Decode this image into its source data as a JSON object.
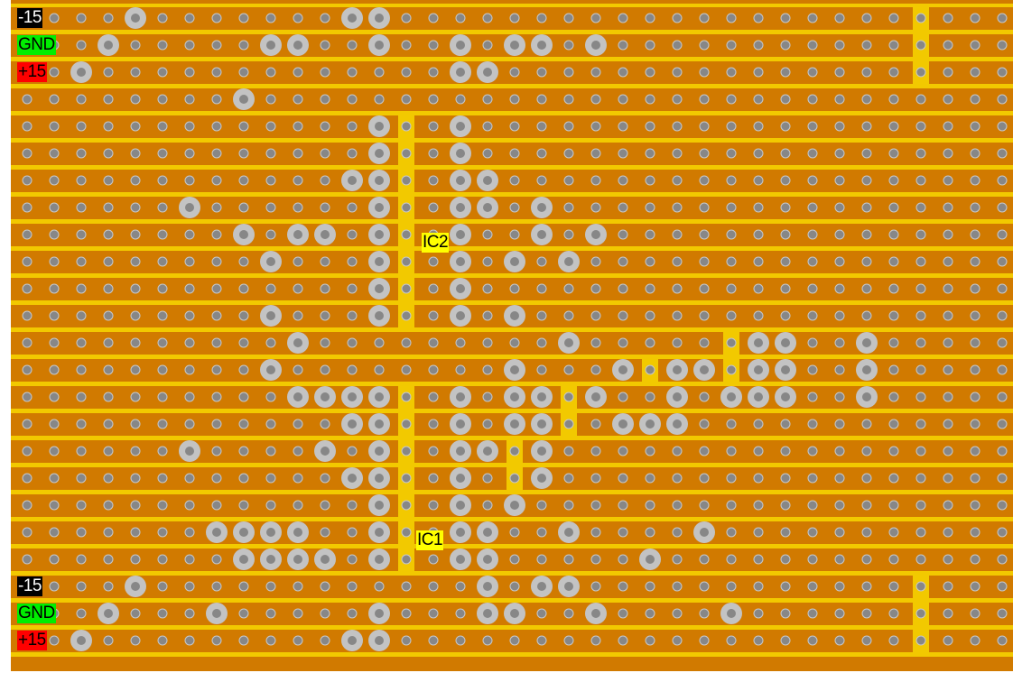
{
  "colors": {
    "strip": "#d17a00",
    "gap": "#f2c900",
    "pad": "#c3c3c3",
    "hole": "#878787",
    "hole_ring": "#c8c8c8"
  },
  "grid": {
    "rows": 24,
    "cols": 37
  },
  "rail_labels": [
    {
      "row": 0,
      "text": "-15",
      "bg": "#000000",
      "fg": "#ffffff"
    },
    {
      "row": 1,
      "text": "GND",
      "bg": "#00ee00",
      "fg": "#000000"
    },
    {
      "row": 2,
      "text": "+15",
      "bg": "#ff0000",
      "fg": "#000000"
    },
    {
      "row": 21,
      "text": "-15",
      "bg": "#000000",
      "fg": "#ffffff"
    },
    {
      "row": 22,
      "text": "GND",
      "bg": "#00ee00",
      "fg": "#000000"
    },
    {
      "row": 23,
      "text": "+15",
      "bg": "#ff0000",
      "fg": "#000000"
    }
  ],
  "ic_labels": [
    {
      "text": "IC2",
      "row": 8,
      "col": 14.6
    },
    {
      "text": "IC1",
      "row": 19,
      "col": 14.4
    }
  ],
  "track_cuts": [
    {
      "col": 14,
      "from_row": 4,
      "to_row": 11
    },
    {
      "col": 14,
      "from_row": 14,
      "to_row": 20
    },
    {
      "col": 33,
      "from_row": 0,
      "to_row": 2
    },
    {
      "col": 33,
      "from_row": 21,
      "to_row": 23
    },
    {
      "col": 26,
      "from_row": 12,
      "to_row": 13
    },
    {
      "col": 23,
      "from_row": 13,
      "to_row": 13
    },
    {
      "col": 20,
      "from_row": 14,
      "to_row": 15
    },
    {
      "col": 18,
      "from_row": 16,
      "to_row": 17
    }
  ],
  "component_pads": [
    [
      4,
      12,
      13
    ],
    [
      3,
      9,
      10,
      13,
      16,
      18,
      19,
      21
    ],
    [
      2,
      16,
      17
    ],
    [
      8
    ],
    [
      13,
      16
    ],
    [
      13,
      16
    ],
    [
      12,
      13,
      16,
      17
    ],
    [
      6,
      13,
      16,
      17,
      19
    ],
    [
      8,
      10,
      11,
      13,
      16,
      19,
      21
    ],
    [
      9,
      13,
      16,
      18,
      20
    ],
    [
      13,
      16
    ],
    [
      9,
      13,
      16,
      18
    ],
    [
      10,
      20,
      27,
      28,
      31
    ],
    [
      9,
      18,
      22,
      24,
      25,
      27,
      28,
      31
    ],
    [
      10,
      11,
      12,
      13,
      16,
      18,
      19,
      21,
      24,
      26,
      27,
      28,
      31
    ],
    [
      12,
      13,
      16,
      18,
      19,
      22,
      23,
      24
    ],
    [
      6,
      11,
      13,
      16,
      17,
      19
    ],
    [
      12,
      13,
      16,
      19
    ],
    [
      13,
      16,
      18
    ],
    [
      7,
      8,
      9,
      10,
      13,
      16,
      17,
      20,
      25
    ],
    [
      8,
      9,
      10,
      11,
      13,
      16,
      17,
      23
    ],
    [
      4,
      17,
      19,
      20
    ],
    [
      3,
      7,
      13,
      17,
      18,
      21,
      26
    ],
    [
      2,
      12,
      13
    ]
  ]
}
